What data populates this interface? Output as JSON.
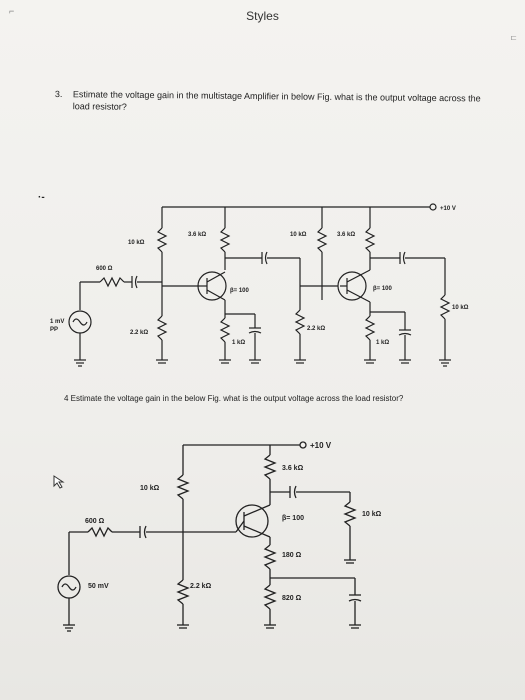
{
  "window": {
    "title": "Styles"
  },
  "question3": {
    "number": "3.",
    "text": "Estimate the voltage gain in the multistage Amplifier in below Fig. what is the output voltage across the load resistor?"
  },
  "circuit1": {
    "supply": "+10 V",
    "r1": "10 kΩ",
    "rc1": "3.6 kΩ",
    "r3": "10 kΩ",
    "rc2": "3.6 kΩ",
    "rs": "600 Ω",
    "beta1": "β= 100",
    "beta2": "β= 100",
    "rl": "10 kΩ",
    "source": "1 mV",
    "source_sub": "PP",
    "r2": "2.2 kΩ",
    "re1": "1 kΩ",
    "r4": "2.2 kΩ",
    "re2": "1 kΩ"
  },
  "question4": {
    "text": "4 Estimate the voltage gain in the below Fig. what is the output voltage across the load resistor?"
  },
  "circuit2": {
    "supply": "+10 V",
    "rc": "3.6 kΩ",
    "r1": "10 kΩ",
    "beta": "β= 100",
    "rl": "10 kΩ",
    "rs": "600 Ω",
    "re1": "180 Ω",
    "source": "50 mV",
    "r2": "2.2 kΩ",
    "re2": "820 Ω"
  },
  "icons": {
    "cursor": "cursor-icon"
  }
}
